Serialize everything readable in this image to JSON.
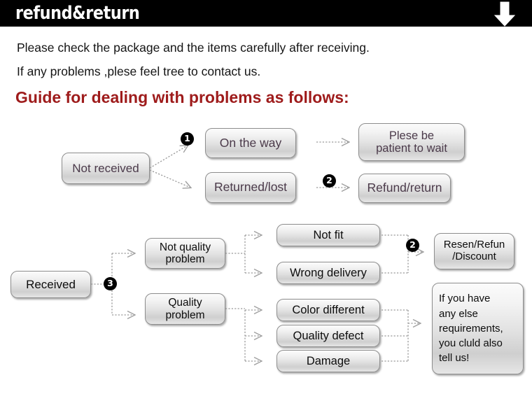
{
  "banner": {
    "title": "refund&return",
    "arrow_icon": "down-arrow-icon"
  },
  "intro": {
    "line1": "Please check the package and the items carefully after receiving.",
    "line2": "If any problems ,plese feel tree to contact us."
  },
  "guide": {
    "heading": "Guide for dealing with problems as follows:"
  },
  "colors": {
    "banner_bg": "#000000",
    "heading_red": "#9e1b1b",
    "box_text_plum": "#4b3a4a",
    "box_text_dark": "#0d0d0d",
    "box_border": "#8e8e8e",
    "connector": "#9a9a9a"
  },
  "flow_top": {
    "source": "Not received",
    "branches": [
      {
        "label": "On the way",
        "marker": "1",
        "result": "Plese be\npatient to wait"
      },
      {
        "label": "Returned/lost",
        "marker": "2",
        "result": "Refund/return"
      }
    ],
    "box_on_the_way": "On the way",
    "box_returned_lost": "Returned/lost",
    "box_patient_line1": "Plese be",
    "box_patient_line2": "patient to wait",
    "box_refund_return": "Refund/return",
    "marker_1": "1",
    "marker_2": "2"
  },
  "flow_bottom": {
    "source": "Received",
    "marker_3": "3",
    "marker_2": "2",
    "category_not_quality_line1": "Not quality",
    "category_not_quality_line2": "problem",
    "category_quality_line1": "Quality",
    "category_quality_line2": "problem",
    "issues_not_quality": [
      "Not fit",
      "Wrong delivery"
    ],
    "issues_quality": [
      "Color different",
      "Quality defect",
      "Damage"
    ],
    "outcome_resend_line1": "Resen/Refun",
    "outcome_resend_line2": "/Discount",
    "outcome_note_lines": [
      "If you have",
      "any else",
      "requirements,",
      "you cluld also",
      "tell us!"
    ]
  }
}
